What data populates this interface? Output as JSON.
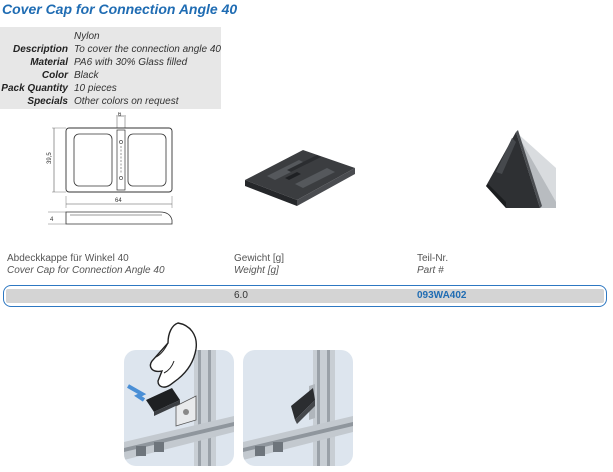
{
  "title": "Cover Cap for Connection Angle 40",
  "specs": {
    "material_name": "Nylon",
    "rows": [
      {
        "label": "Description",
        "value": "To cover the connection angle 40"
      },
      {
        "label": "Material",
        "value": "PA6 with 30% Glass filled"
      },
      {
        "label": "Color",
        "value": "Black"
      },
      {
        "label": "Pack Quantity",
        "value": "10 pieces"
      },
      {
        "label": "Specials",
        "value": "Other colors on request"
      }
    ]
  },
  "drawing": {
    "dim_width": "64",
    "dim_height": "39,5",
    "dim_slot": "6",
    "dim_thickness": "4"
  },
  "table": {
    "col1_de": "Abdeckkappe für Winkel 40",
    "col1_en": "Cover Cap for Connection Angle 40",
    "col2_de": "Gewicht [g]",
    "col2_en": "Weight [g]",
    "col3_de": "Teil-Nr.",
    "col3_en": "Part #",
    "row": {
      "weight": "6.0",
      "part": "093WA402"
    }
  },
  "colors": {
    "title": "#1f6cb3",
    "row_border": "#2e78c2",
    "row_fill": "#d4d4d4",
    "spec_bg": "#e7e7e7"
  }
}
